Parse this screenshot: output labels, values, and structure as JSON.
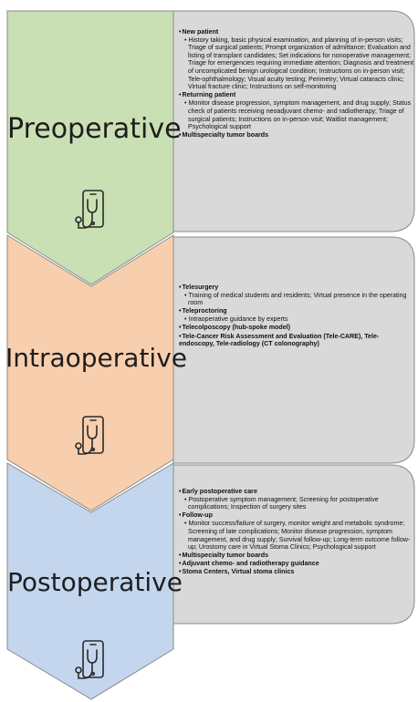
{
  "colors": {
    "preoperative": "#c9e0b4",
    "intraoperative": "#f8cfae",
    "postoperative": "#c3d6ee",
    "panel": "#d9d9d9",
    "outline": "#8a8a8a"
  },
  "stages": [
    {
      "name": "Preoperative",
      "icon": "telemedicine-stethoscope-phone-icon",
      "items": [
        {
          "title": "New patient",
          "details": [
            "History taking, basic physical examination, and planning of in-person visits; Triage of surgical patients; Prompt organization of admittance; Evaluation and listing of transplant candidates; Set indications for nonoperative management; Triage for emergencies requiring immediate attention; Diagnosis and treatment of uncomplicated benign urological condition; Instructions on in-person visit; Tele-ophthalmology; Visual acuity testing; Perimetry; Virtual cataracts clinic; Virtual fracture clinic; Instructions on self-monitoring"
          ]
        },
        {
          "title": "Returning patient",
          "details": [
            "Monitor disease progression, symptom management, and drug supply; Status check of patients receiving neoadjuvant chemo- and radiotherapy; Triage of surgical patients; Instructions on in-person visit; Waitlist management; Psychological support"
          ]
        },
        {
          "title": "Multispecialty tumor boards",
          "details": []
        }
      ]
    },
    {
      "name": "Intraoperative",
      "icon": "telemedicine-stethoscope-phone-icon",
      "items": [
        {
          "title": "Telesurgery",
          "details": [
            "Training of medical students and residents; Virtual presence in the operating room"
          ]
        },
        {
          "title": "Teleproctoring",
          "details": [
            "Intraoperative guidance by experts"
          ]
        },
        {
          "title": "Telecolposcopy (hub-spoke model)",
          "details": []
        },
        {
          "title": "Tele-Cancer Risk Assessment and Evaluation (Tele-CARE), Tele-endoscopy, Tele-radiology (CT colonography)",
          "details": []
        }
      ]
    },
    {
      "name": "Postoperative",
      "icon": "telemedicine-stethoscope-phone-icon",
      "items": [
        {
          "title": "Early postoperative care",
          "details": [
            "Postoperative symptom management; Screening for postoperative complications; Inspection of surgery sites"
          ]
        },
        {
          "title": "Follow-up",
          "details": [
            "Monitor success/failure of surgery, monitor weight and metabolic syndrome; Screening of late complications; Monitor disease progression, symptom management, and drug supply; Survival follow-up; Long-term outcome follow-up; Urostomy care in Virtual Stoma Clinics; Psychological support"
          ]
        },
        {
          "title": "Multispecialty tumor boards",
          "details": []
        },
        {
          "title": "Adjuvant chemo- and radiotherapy guidance",
          "details": []
        },
        {
          "title": "Stoma Centers, Virtual stoma clinics",
          "details": []
        }
      ]
    }
  ]
}
